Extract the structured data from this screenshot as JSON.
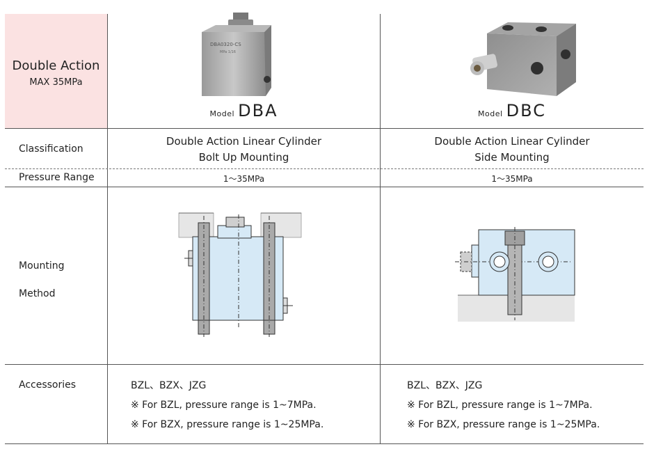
{
  "header": {
    "title": "Double Action",
    "subtitle": "MAX 35MPa"
  },
  "products": [
    {
      "model_prefix": "Model",
      "model_name": "DBA",
      "engraving": "DBA0320-CS",
      "engraving2": "MPa 1/16",
      "classification_line1": "Double Action Linear Cylinder",
      "classification_line2": "Bolt Up Mounting",
      "pressure_range": "1～35MPa",
      "accessories": "BZL、BZX、JZG",
      "note1": "※ For BZL, pressure range is 1~7MPa.",
      "note2": "※ For BZX, pressure range is 1~25MPa."
    },
    {
      "model_prefix": "Model",
      "model_name": "DBC",
      "classification_line1": "Double Action Linear Cylinder",
      "classification_line2": "Side Mounting",
      "pressure_range": "1～35MPa",
      "accessories": "BZL、BZX、JZG",
      "note1": "※ For BZL, pressure range is 1~7MPa.",
      "note2": "※ For BZX, pressure range is 1~25MPa."
    }
  ],
  "rows": {
    "classification": "Classification",
    "pressure_range": "Pressure Range",
    "mounting_line1": "Mounting",
    "mounting_line2": "Method",
    "accessories": "Accessories"
  },
  "colors": {
    "header_bg": "#fbe2e2",
    "diagram_body": "#d6e9f6",
    "diagram_base": "#e6e6e6"
  }
}
